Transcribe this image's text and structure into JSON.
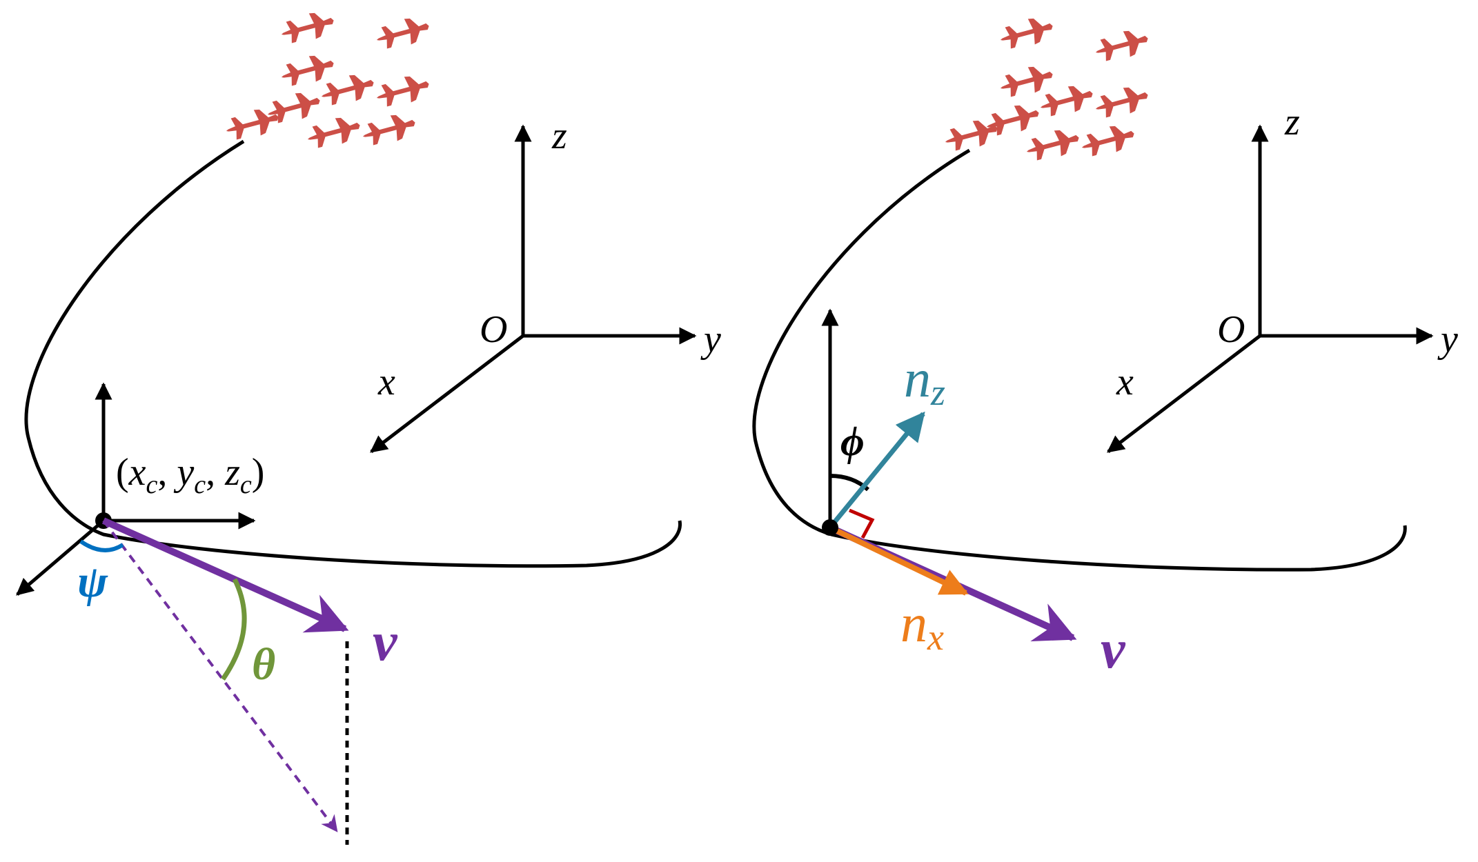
{
  "colors": {
    "line": "#000000",
    "velocity": "#7030A0",
    "psi": "#0070C0",
    "theta": "#70963A",
    "nz": "#31849B",
    "nx": "#ED7D1B",
    "right_angle": "#C00000",
    "aircraft": "#CC4F47"
  },
  "icons": {
    "aircraft": "fighter-jet-icon"
  },
  "left_panel": {
    "axis_z": "z",
    "axis_y": "y",
    "axis_x": "x",
    "origin": "O",
    "position_label": {
      "open": "(",
      "x": "x",
      "x_sub": "c",
      "sep1": ", ",
      "y": "y",
      "y_sub": "c",
      "sep2": ", ",
      "z": "z",
      "z_sub": "c",
      "close": ")"
    },
    "psi": "ψ",
    "theta": "θ",
    "velocity": "v"
  },
  "right_panel": {
    "axis_z": "z",
    "axis_y": "y",
    "axis_x": "x",
    "origin": "O",
    "phi": "ϕ",
    "nz": "n",
    "nz_sub": "z",
    "nx": "n",
    "nx_sub": "x",
    "velocity": "v"
  }
}
